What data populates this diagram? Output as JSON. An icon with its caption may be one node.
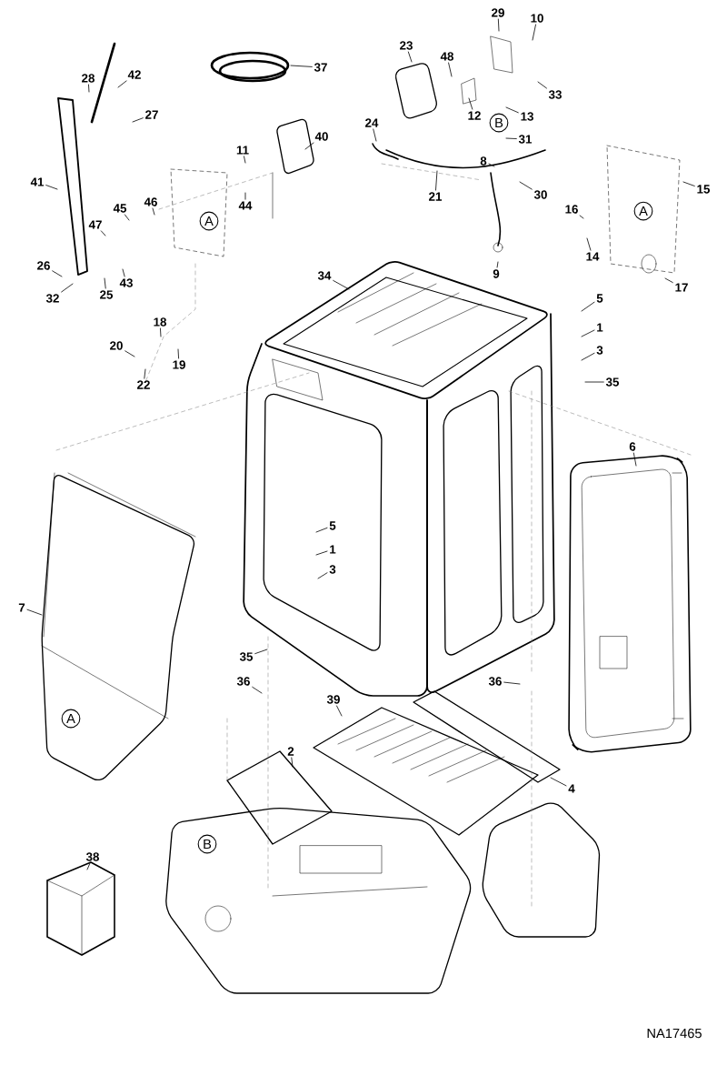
{
  "diagram": {
    "nodes": [
      {
        "text": [
          "29"
        ]
      },
      {
        "text": [
          "10"
        ]
      },
      {
        "text": [
          "48"
        ]
      },
      {
        "text": [
          "23"
        ]
      },
      {
        "text": [
          "33"
        ]
      },
      {
        "text": [
          "12"
        ]
      },
      {
        "text": [
          "B"
        ]
      },
      {
        "text": [
          "13"
        ]
      },
      {
        "text": [
          "31"
        ]
      },
      {
        "text": [
          "24"
        ]
      },
      {
        "text": [
          "8"
        ]
      },
      {
        "text": [
          "30"
        ]
      },
      {
        "text": [
          "21"
        ]
      },
      {
        "text": [
          "15"
        ]
      },
      {
        "text": [
          "16"
        ]
      },
      {
        "text": [
          "A"
        ]
      },
      {
        "text": [
          "14"
        ]
      },
      {
        "text": [
          "9"
        ]
      },
      {
        "text": [
          "17"
        ]
      },
      {
        "text": [
          "37"
        ]
      },
      {
        "text": [
          "28"
        ]
      },
      {
        "text": [
          "42"
        ]
      },
      {
        "text": [
          "27"
        ]
      },
      {
        "text": [
          "41"
        ]
      },
      {
        "text": [
          "11"
        ]
      },
      {
        "text": [
          "40"
        ]
      },
      {
        "text": [
          "44"
        ]
      },
      {
        "text": [
          "46"
        ]
      },
      {
        "text": [
          "45"
        ]
      },
      {
        "text": [
          "47"
        ]
      },
      {
        "text": [
          "A"
        ]
      },
      {
        "text": [
          "26"
        ]
      },
      {
        "text": [
          "43"
        ]
      },
      {
        "text": [
          "25"
        ]
      },
      {
        "text": [
          "32"
        ]
      },
      {
        "text": [
          "18"
        ]
      },
      {
        "text": [
          "20"
        ]
      },
      {
        "text": [
          "19"
        ]
      },
      {
        "text": [
          "22"
        ]
      },
      {
        "text": [
          "34"
        ]
      },
      {
        "text": [
          "5"
        ]
      },
      {
        "text": [
          "1"
        ]
      },
      {
        "text": [
          "3"
        ]
      },
      {
        "text": [
          "35"
        ]
      },
      {
        "text": [
          "6"
        ]
      },
      {
        "text": [
          "5"
        ]
      },
      {
        "text": [
          "1"
        ]
      },
      {
        "text": [
          "3"
        ]
      },
      {
        "text": [
          "7"
        ]
      },
      {
        "text": [
          "A"
        ]
      },
      {
        "text": [
          "35"
        ]
      },
      {
        "text": [
          "36"
        ]
      },
      {
        "text": [
          "36"
        ]
      },
      {
        "text": [
          "39"
        ]
      },
      {
        "text": [
          "2"
        ]
      },
      {
        "text": [
          "4"
        ]
      },
      {
        "text": [
          "B"
        ]
      },
      {
        "text": [
          "38"
        ]
      }
    ],
    "edges": [
      {
        "from": 0,
        "to": null,
        "arrow": "none"
      },
      {
        "from": 1,
        "to": null,
        "arrow": "none"
      },
      {
        "from": 2,
        "to": null,
        "arrow": "none"
      },
      {
        "from": 3,
        "to": null,
        "arrow": "none"
      },
      {
        "from": 4,
        "to": null,
        "arrow": "none"
      },
      {
        "from": 5,
        "to": null,
        "arrow": "none"
      },
      {
        "from": 7,
        "to": null,
        "arrow": "none"
      },
      {
        "from": 8,
        "to": null,
        "arrow": "none"
      },
      {
        "from": 9,
        "to": null,
        "arrow": "none"
      },
      {
        "from": 10,
        "to": null,
        "arrow": "none"
      },
      {
        "from": 11,
        "to": null,
        "arrow": "none"
      },
      {
        "from": 12,
        "to": null,
        "arrow": "none"
      },
      {
        "from": 13,
        "to": null,
        "arrow": "none"
      },
      {
        "from": 14,
        "to": null,
        "arrow": "none"
      },
      {
        "from": 16,
        "to": null,
        "arrow": "none"
      },
      {
        "from": 17,
        "to": null,
        "arrow": "none"
      },
      {
        "from": 18,
        "to": null,
        "arrow": "none"
      },
      {
        "from": 19,
        "to": null,
        "arrow": "none"
      },
      {
        "from": 20,
        "to": null,
        "arrow": "none"
      },
      {
        "from": 21,
        "to": null,
        "arrow": "none"
      },
      {
        "from": 22,
        "to": null,
        "arrow": "none"
      },
      {
        "from": 23,
        "to": null,
        "arrow": "none"
      },
      {
        "from": 24,
        "to": null,
        "arrow": "none"
      },
      {
        "from": 25,
        "to": null,
        "arrow": "none"
      },
      {
        "from": 26,
        "to": null,
        "arrow": "none"
      },
      {
        "from": 27,
        "to": null,
        "arrow": "none"
      },
      {
        "from": 28,
        "to": null,
        "arrow": "none"
      },
      {
        "from": 29,
        "to": null,
        "arrow": "none"
      },
      {
        "from": 31,
        "to": null,
        "arrow": "none"
      },
      {
        "from": 32,
        "to": null,
        "arrow": "none"
      },
      {
        "from": 33,
        "to": null,
        "arrow": "none"
      },
      {
        "from": 34,
        "to": null,
        "arrow": "none"
      },
      {
        "from": 35,
        "to": null,
        "arrow": "none"
      },
      {
        "from": 36,
        "to": null,
        "arrow": "none"
      },
      {
        "from": 37,
        "to": null,
        "arrow": "none"
      },
      {
        "from": 38,
        "to": null,
        "arrow": "none"
      },
      {
        "from": 39,
        "to": null,
        "arrow": "none"
      },
      {
        "from": 40,
        "to": null,
        "arrow": "none"
      },
      {
        "from": 41,
        "to": null,
        "arrow": "none"
      },
      {
        "from": 42,
        "to": null,
        "arrow": "none"
      },
      {
        "from": 43,
        "to": null,
        "arrow": "none"
      },
      {
        "from": 44,
        "to": null,
        "arrow": "none"
      },
      {
        "from": 45,
        "to": null,
        "arrow": "none"
      },
      {
        "from": 46,
        "to": null,
        "arrow": "none"
      },
      {
        "from": 47,
        "to": null,
        "arrow": "none"
      },
      {
        "from": 48,
        "to": null,
        "arrow": "none"
      },
      {
        "from": 50,
        "to": null,
        "arrow": "none"
      },
      {
        "from": 51,
        "to": null,
        "arrow": "none"
      },
      {
        "from": 52,
        "to": null,
        "arrow": "none"
      },
      {
        "from": 53,
        "to": null,
        "arrow": "none"
      },
      {
        "from": 54,
        "to": null,
        "arrow": "none"
      },
      {
        "from": 55,
        "to": null,
        "arrow": "none"
      },
      {
        "from": 57,
        "to": null,
        "arrow": "none"
      }
    ],
    "labels": [
      "NA17465"
    ]
  }
}
